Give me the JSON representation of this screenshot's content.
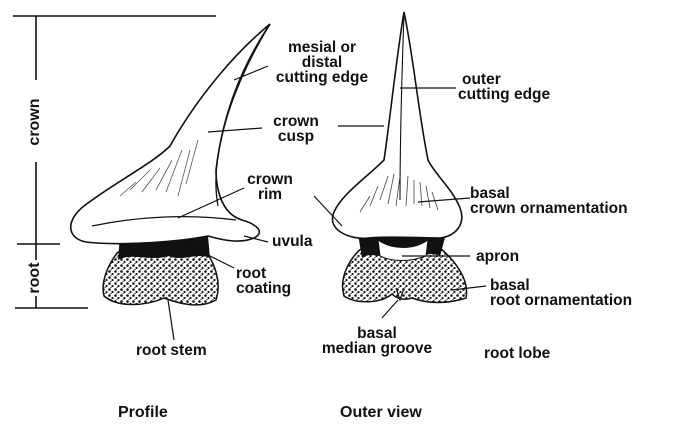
{
  "axis": {
    "crown": "crown",
    "root": "root"
  },
  "labels": {
    "mesial_distal_edge": [
      "mesial or",
      "distal",
      "cutting edge"
    ],
    "crown_cusp": [
      "crown",
      "cusp"
    ],
    "crown_rim": [
      "crown",
      "rim"
    ],
    "uvula": "uvula",
    "root_coating": [
      "root",
      "coating"
    ],
    "root_stem": "root stem",
    "outer_cutting_edge": [
      "outer",
      "cutting edge"
    ],
    "basal_crown_ornamentation": [
      "basal",
      "crown ornamentation"
    ],
    "apron": "apron",
    "basal_root_ornamentation": [
      "basal",
      "root ornamentation"
    ],
    "basal_median_groove": [
      "basal",
      "median groove"
    ],
    "root_lobe": "root lobe"
  },
  "captions": {
    "profile": "Profile",
    "outer_view": "Outer view"
  }
}
